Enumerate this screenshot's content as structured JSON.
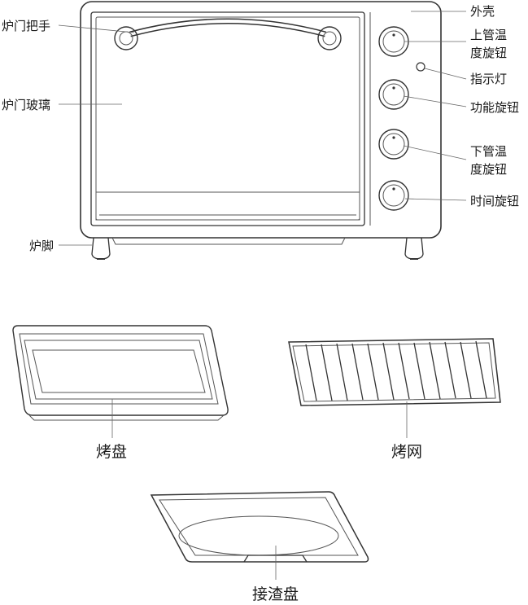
{
  "labels": {
    "shell": "外壳",
    "upper_temp_knob_line1": "上管温",
    "upper_temp_knob_line2": "度旋钮",
    "indicator_light": "指示灯",
    "function_knob": "功能旋钮",
    "lower_temp_knob_line1": "下管温",
    "lower_temp_knob_line2": "度旋钮",
    "timer_knob": "时间旋钮",
    "door_handle": "炉门把手",
    "door_glass": "炉门玻璃",
    "oven_feet": "炉脚",
    "baking_tray": "烤盘",
    "wire_rack": "烤网",
    "crumb_tray": "接渣盘"
  }
}
